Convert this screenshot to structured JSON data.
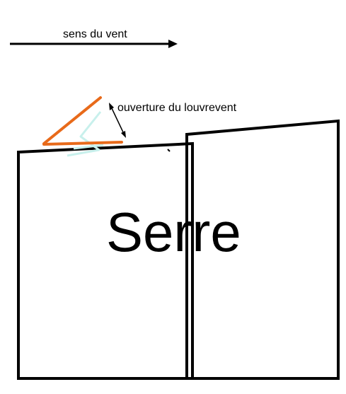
{
  "wind": {
    "label": "sens du vent"
  },
  "louvre": {
    "label": "ouverture du louvrevent"
  },
  "greenhouse": {
    "label": "Serre"
  },
  "colors": {
    "outline": "#000000",
    "louvre_open": "#e86a1a",
    "louvre_closed": "#c8f0ec"
  }
}
